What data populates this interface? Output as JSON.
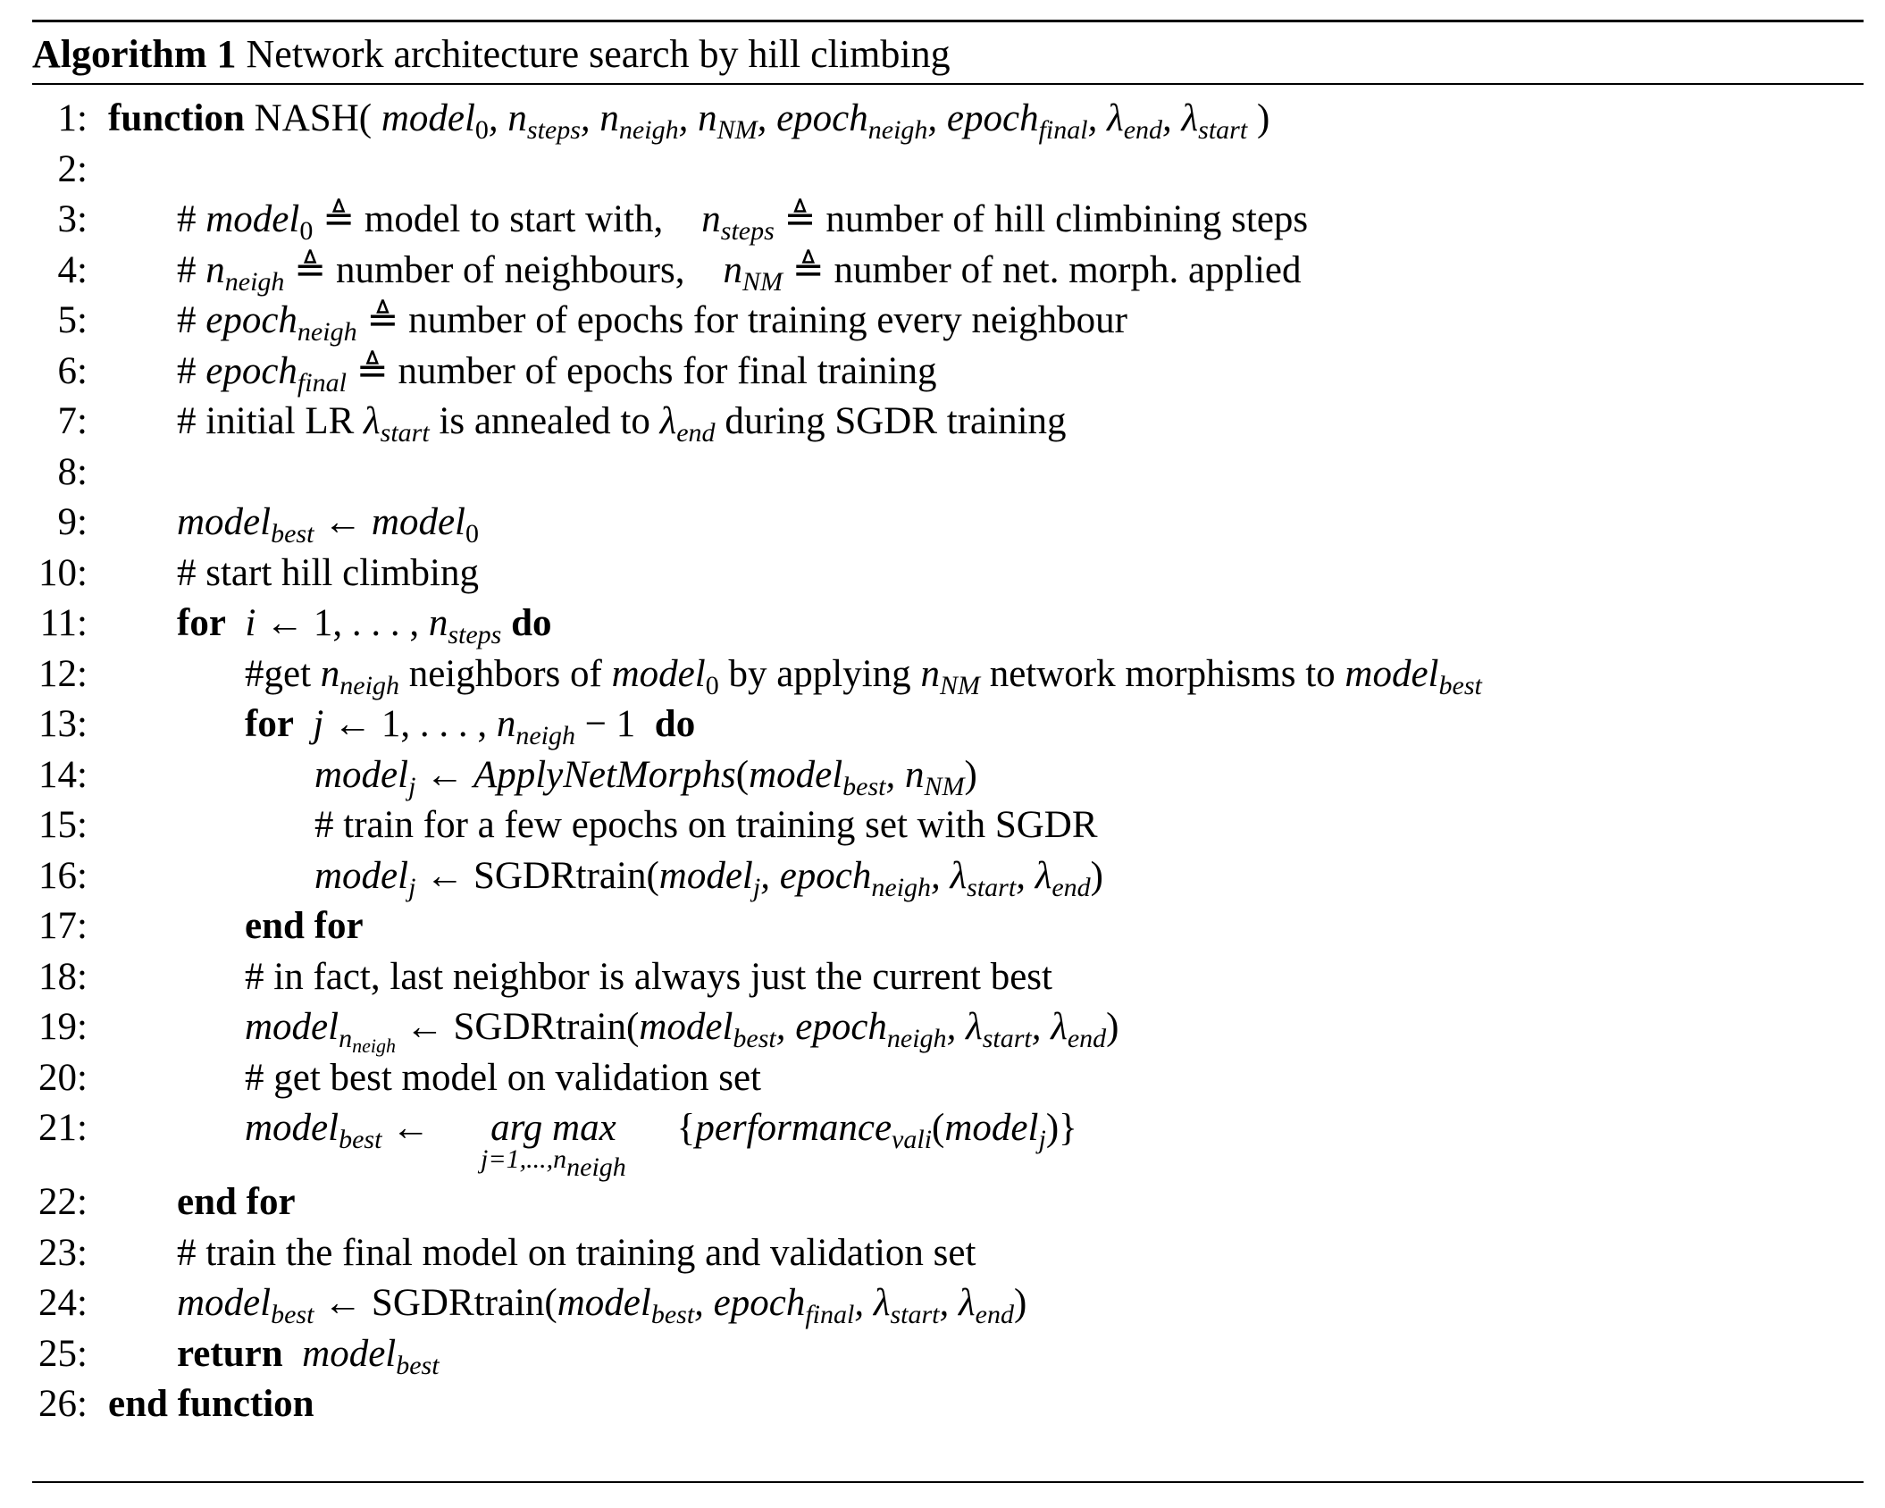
{
  "caption": {
    "label": "Algorithm 1",
    "title": "Network architecture search by hill climbing"
  },
  "lines": {
    "n1": "1:",
    "n2": "2:",
    "n3": "3:",
    "n4": "4:",
    "n5": "5:",
    "n6": "6:",
    "n7": "7:",
    "n8": "8:",
    "n9": "9:",
    "n10": "10:",
    "n11": "11:",
    "n12": "12:",
    "n13": "13:",
    "n14": "14:",
    "n15": "15:",
    "n16": "16:",
    "n17": "17:",
    "n18": "18:",
    "n19": "19:",
    "n20": "20:",
    "n21": "21:",
    "n22": "22:",
    "n23": "23:",
    "n24": "24:",
    "n25": "25:",
    "n26": "26:"
  },
  "text": {
    "kw_function": "function",
    "func_name": "NASH(",
    "hash": "#",
    "hash_get": "#get",
    "l3_a": "model to start with,",
    "l3_b": "number of hill climbining steps",
    "l4_a": "number of neighbours,",
    "l4_b": "number of net. morph. applied",
    "l5": "number of epochs for training every neighbour",
    "l6": "number of epochs for final training",
    "l7_a": "# initial LR",
    "l7_b": "is annealed to",
    "l7_c": "during SGDR training",
    "l10": "# start hill climbing",
    "kw_for": "for",
    "kw_do": "do",
    "l12_a": "neighbors of",
    "l12_b": "by applying",
    "l12_c": "network morphisms to",
    "l15": "# train for a few epochs on training set with SGDR",
    "kw_end_for": "end for",
    "l18": "# in fact, last neighbor is always just the current best",
    "sgdr": "SGDRtrain",
    "l20": "# get best model on validation set",
    "l23": "# train the final model on training and validation set",
    "kw_return": "return",
    "kw_end_function": "end function"
  }
}
